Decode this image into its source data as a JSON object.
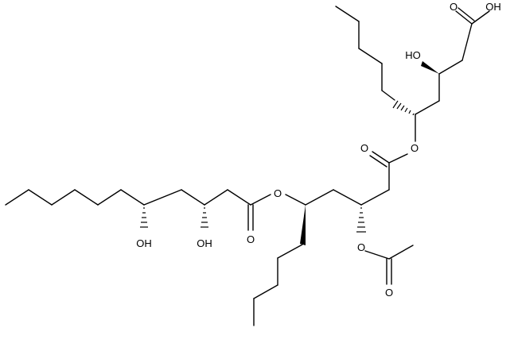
{
  "labels": {
    "acid_oh": "OH",
    "acid_o": "O",
    "top_ho": "HO",
    "ester_o_upper": "O",
    "ester_co_upper": "O",
    "ester_o_mid": "O",
    "ester_co_left": "O",
    "oh_left": "OH",
    "oh_right": "OH",
    "acetyl_o": "O",
    "acetyl_co": "O"
  }
}
